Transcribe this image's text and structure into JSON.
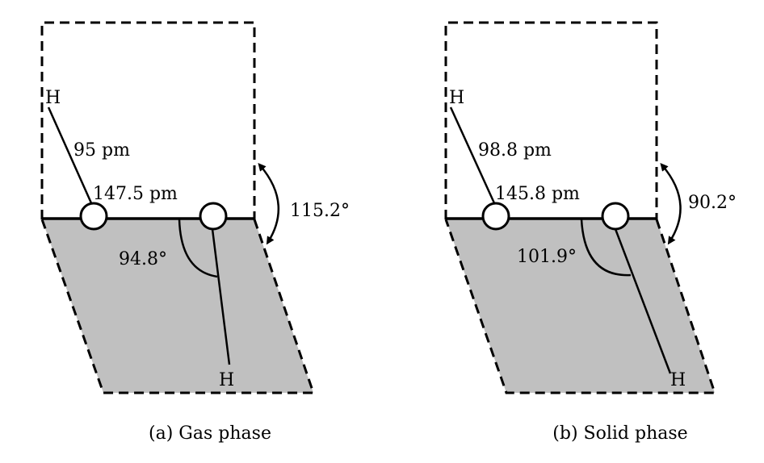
{
  "panels": [
    {
      "caption": "(a) Gas phase",
      "atom_label_top": "H",
      "atom_label_bottom": "H",
      "oh_bond_length": "95 pm",
      "oo_bond_length": "147.5 pm",
      "ooh_angle": "94.8°",
      "dihedral_angle": "115.2°"
    },
    {
      "caption": "(b) Solid phase",
      "atom_label_top": "H",
      "atom_label_bottom": "H",
      "oh_bond_length": "98.8 pm",
      "oo_bond_length": "145.8 pm",
      "ooh_angle": "101.9°",
      "dihedral_angle": "90.2°"
    }
  ],
  "colors": {
    "plane_fill": "#c0c0c0",
    "line": "#000000"
  }
}
